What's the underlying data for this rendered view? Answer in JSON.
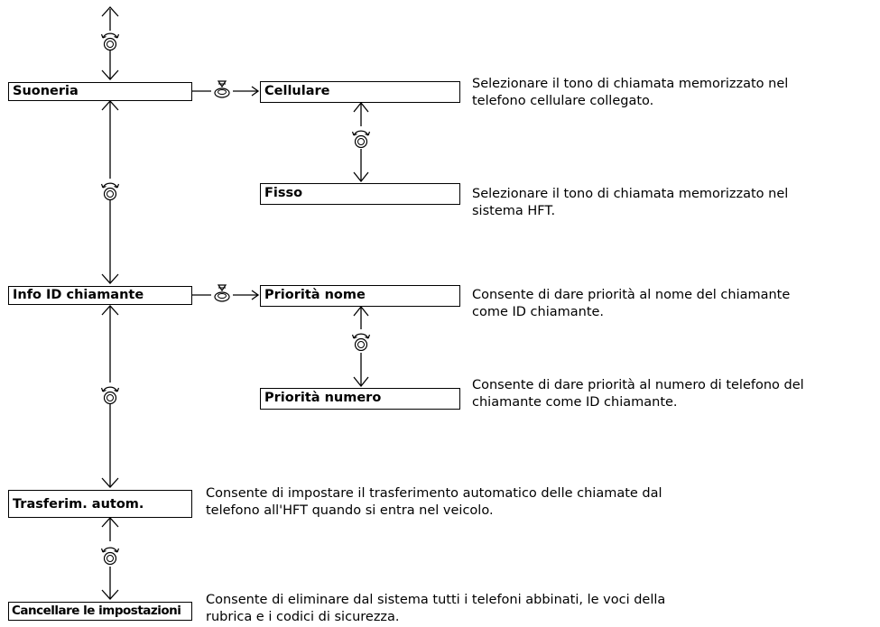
{
  "menu": {
    "items": [
      {
        "label": "Suoneria",
        "options": [
          {
            "label": "Cellulare",
            "description": [
              "Selezionare il tono di chiamata memorizzato nel",
              "telefono cellulare collegato."
            ]
          },
          {
            "label": "Fisso",
            "description": [
              "Selezionare il tono di chiamata memorizzato nel",
              "sistema HFT."
            ]
          }
        ]
      },
      {
        "label": "Info ID chiamante",
        "options": [
          {
            "label": "Priorità nome",
            "description": [
              "Consente di dare priorità al nome del chiamante",
              "come ID chiamante."
            ]
          },
          {
            "label": "Priorità numero",
            "description": [
              "Consente di dare priorità al numero di telefono del",
              "chiamante come ID chiamante."
            ]
          }
        ]
      },
      {
        "label": "Trasferim. autom.",
        "description": [
          "Consente di impostare il trasferimento automatico delle chiamate dal",
          "telefono all'HFT quando si entra nel veicolo."
        ]
      },
      {
        "label": "Cancellare le impostazioni",
        "description": [
          "Consente di eliminare dal sistema tutti i telefoni abbinati, le voci della",
          "rubrica e i codici di sicurezza."
        ]
      }
    ]
  },
  "icons": {
    "rotate": "rotate-knob-icon",
    "press": "press-knob-icon",
    "arrow": "arrow-icon"
  },
  "colors": {
    "line": "#000000",
    "box_fill": "#ffffff"
  }
}
